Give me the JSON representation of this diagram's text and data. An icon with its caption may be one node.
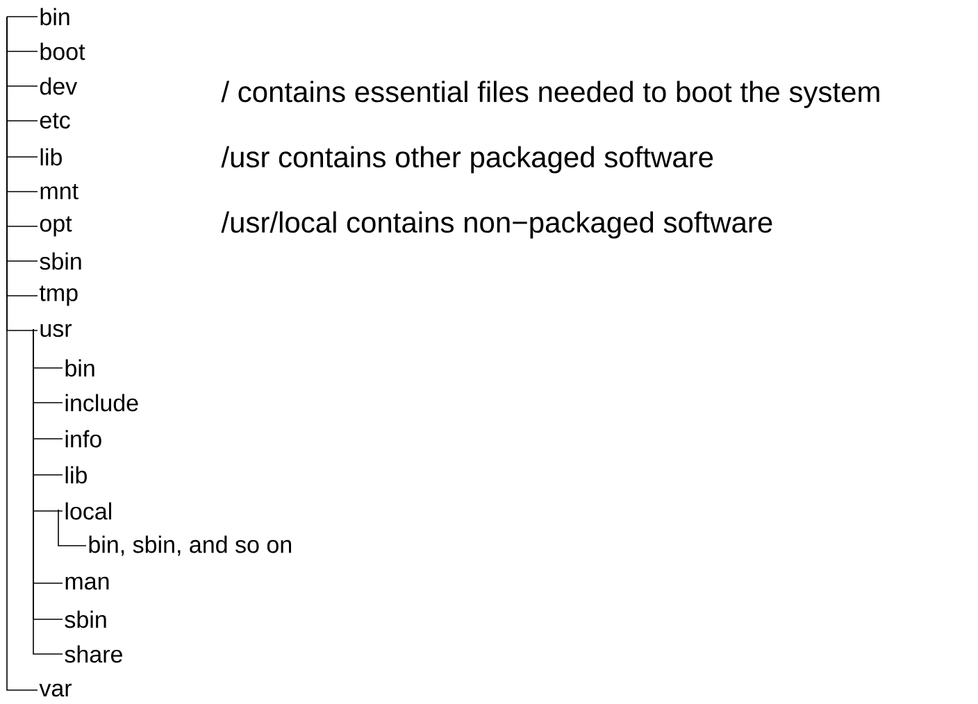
{
  "diagram": {
    "nodes": [
      {
        "text": [
          "bin"
        ]
      },
      {
        "text": [
          "boot"
        ]
      },
      {
        "text": [
          "dev"
        ]
      },
      {
        "text": [
          "etc"
        ]
      },
      {
        "text": [
          "lib"
        ]
      },
      {
        "text": [
          "mnt"
        ]
      },
      {
        "text": [
          "opt"
        ]
      },
      {
        "text": [
          "sbin"
        ]
      },
      {
        "text": [
          "tmp"
        ]
      },
      {
        "text": [
          "usr"
        ]
      },
      {
        "text": [
          "bin"
        ]
      },
      {
        "text": [
          "include"
        ]
      },
      {
        "text": [
          "info"
        ]
      },
      {
        "text": [
          "lib"
        ]
      },
      {
        "text": [
          "local"
        ]
      },
      {
        "text": [
          "bin, sbin, and so on"
        ]
      },
      {
        "text": [
          "man"
        ]
      },
      {
        "text": [
          "sbin"
        ]
      },
      {
        "text": [
          "share"
        ]
      },
      {
        "text": [
          "var"
        ]
      }
    ],
    "edges": [
      {
        "from": null,
        "to": 0,
        "arrow": "none"
      },
      {
        "from": null,
        "to": 1,
        "arrow": "none"
      },
      {
        "from": null,
        "to": 2,
        "arrow": "none"
      },
      {
        "from": null,
        "to": 3,
        "arrow": "none"
      },
      {
        "from": null,
        "to": 4,
        "arrow": "none"
      },
      {
        "from": null,
        "to": 5,
        "arrow": "none"
      },
      {
        "from": null,
        "to": 6,
        "arrow": "none"
      },
      {
        "from": null,
        "to": 7,
        "arrow": "none"
      },
      {
        "from": null,
        "to": 8,
        "arrow": "none"
      },
      {
        "from": null,
        "to": 9,
        "arrow": "none"
      },
      {
        "from": null,
        "to": 19,
        "arrow": "none"
      },
      {
        "from": 9,
        "to": 10,
        "arrow": "none"
      },
      {
        "from": 9,
        "to": 11,
        "arrow": "none"
      },
      {
        "from": 9,
        "to": 12,
        "arrow": "none"
      },
      {
        "from": 9,
        "to": 13,
        "arrow": "none"
      },
      {
        "from": 9,
        "to": 14,
        "arrow": "none"
      },
      {
        "from": 9,
        "to": 16,
        "arrow": "none"
      },
      {
        "from": 9,
        "to": 17,
        "arrow": "none"
      },
      {
        "from": 9,
        "to": 18,
        "arrow": "none"
      },
      {
        "from": 14,
        "to": 15,
        "arrow": "none"
      }
    ],
    "labels": [
      "/ contains essential files needed to boot the system",
      "/usr contains other packaged software",
      "/usr/local contains non−packaged software"
    ]
  }
}
